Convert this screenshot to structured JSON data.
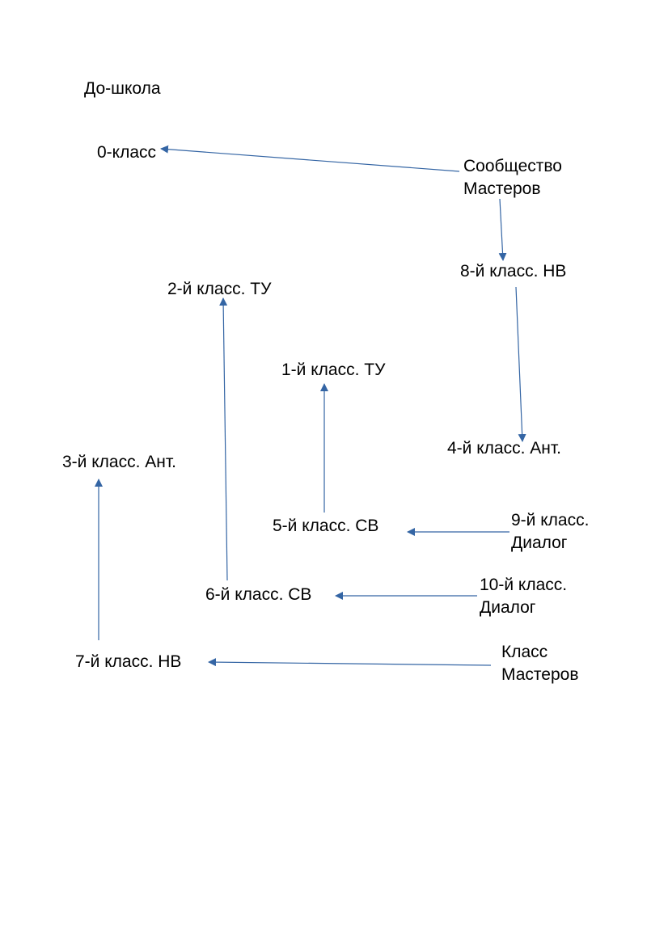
{
  "diagram": {
    "line_color": "#3465a4",
    "nodes": {
      "preschool": "До-школа",
      "class_0": "0-класс",
      "masters_community_1": "Сообщество",
      "masters_community_2": "Мастеров",
      "class_8": "8-й класс. НВ",
      "class_2": "2-й класс. ТУ",
      "class_1": "1-й класс. ТУ",
      "class_4": "4-й класс. Ант.",
      "class_3": "3-й класс. Ант.",
      "class_5": "5-й класс. СВ",
      "class_9_1": "9-й класс.",
      "class_9_2": "Диалог",
      "class_10_1": "10-й класс.",
      "class_10_2": "Диалог",
      "class_6": "6-й класс. СВ",
      "masters_class_1": "Класс",
      "masters_class_2": "Мастеров",
      "class_7": "7-й класс. НВ"
    },
    "edges": [
      {
        "from": "Сообщество Мастеров",
        "to": "0-класс"
      },
      {
        "from": "Сообщество Мастеров",
        "to": "8-й класс. НВ"
      },
      {
        "from": "8-й класс. НВ",
        "to": "4-й класс. Ант."
      },
      {
        "from": "5-й класс. СВ",
        "to": "1-й класс. ТУ"
      },
      {
        "from": "6-й класс. СВ",
        "to": "2-й класс. ТУ"
      },
      {
        "from": "7-й класс. НВ",
        "to": "3-й класс. Ант."
      },
      {
        "from": "9-й класс. Диалог",
        "to": "5-й класс. СВ"
      },
      {
        "from": "10-й класс. Диалог",
        "to": "6-й класс. СВ"
      },
      {
        "from": "Класс Мастеров",
        "to": "7-й класс. НВ"
      }
    ]
  }
}
